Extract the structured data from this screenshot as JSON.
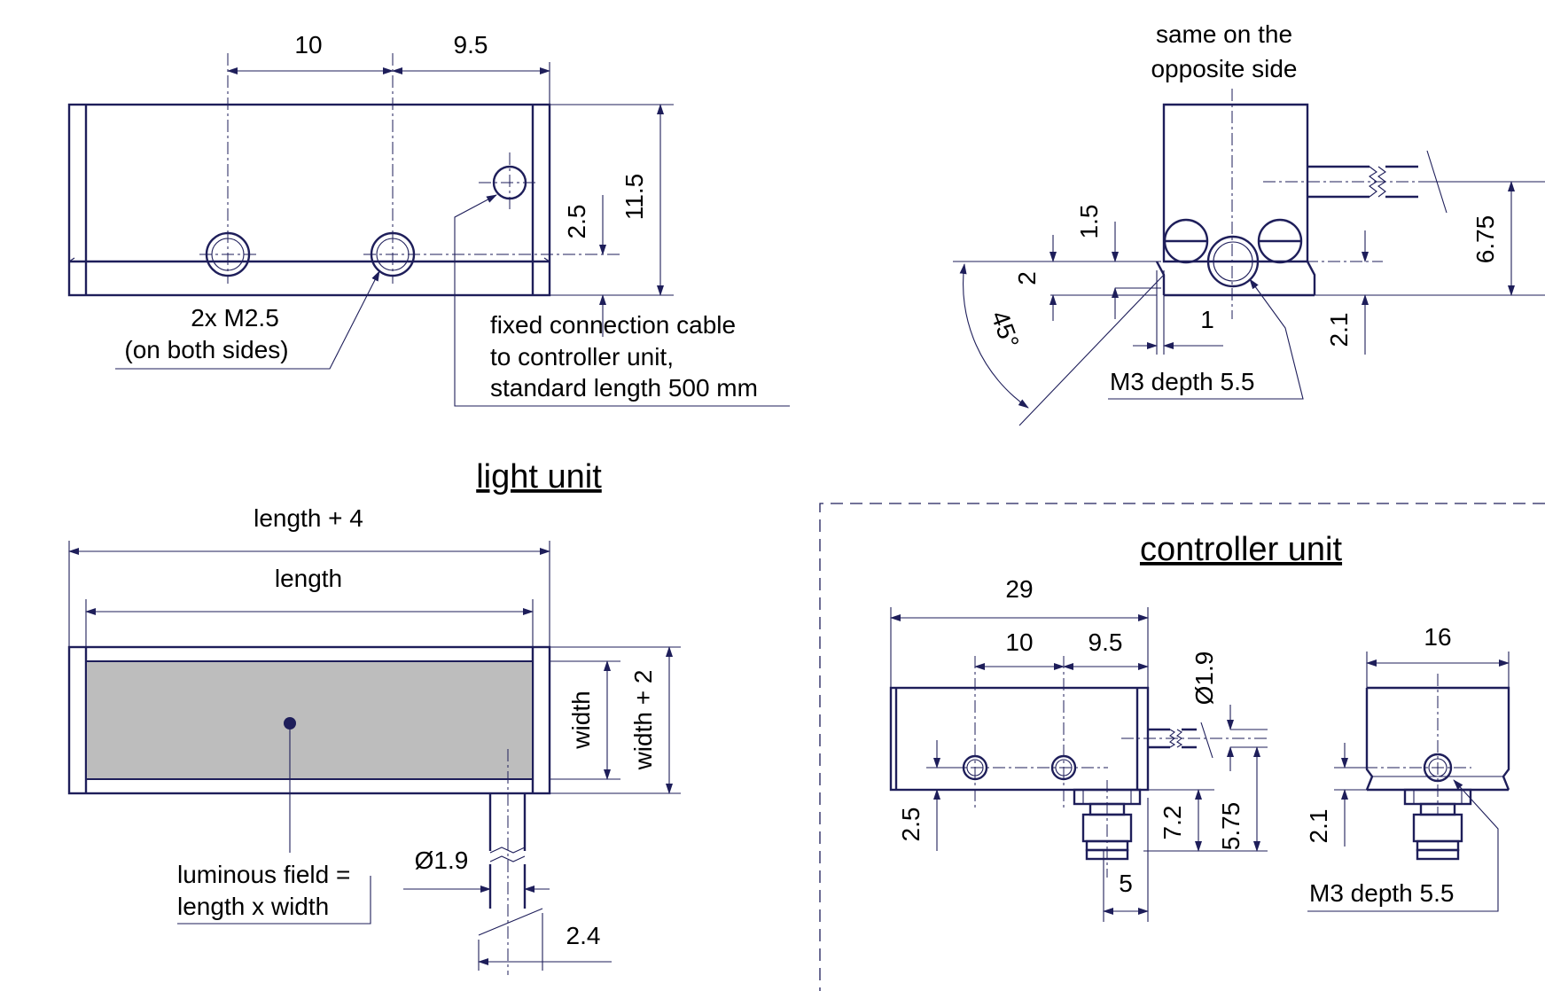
{
  "headings": {
    "light_unit": "light unit",
    "controller_unit": "controller unit"
  },
  "light_unit_side_view": {
    "dim_10": "10",
    "dim_9_5": "9.5",
    "dim_11_5": "11.5",
    "dim_2_5": "2.5",
    "thread_note_line1": "2x M2.5",
    "thread_note_line2": "(on both sides)",
    "cable_note_line1": "fixed connection cable",
    "cable_note_line2": "to controller unit,",
    "cable_note_line3": "standard length 500 mm"
  },
  "light_unit_end_view": {
    "note_line1": "same on the",
    "note_line2": "opposite side",
    "dim_1_5": "1.5",
    "dim_2": "2",
    "angle_45": "45°",
    "dim_1": "1",
    "dim_2_1": "2.1",
    "dim_6_75": "6.75",
    "thread_note": "M3 depth 5.5"
  },
  "light_unit_top_view": {
    "dim_length_plus_4": "length + 4",
    "dim_length": "length",
    "dim_width": "width",
    "dim_width_plus_2": "width + 2",
    "field_note_line1": "luminous field =",
    "field_note_line2": "length x width",
    "cable_diameter": "Ø1.9",
    "dim_2_4": "2.4",
    "luminous_field_color": "#bdbdbd",
    "line_color": "#1e1e5a"
  },
  "controller_side_view": {
    "dim_29": "29",
    "dim_10": "10",
    "dim_9_5": "9.5",
    "cable_diameter": "Ø1.9",
    "dim_2_5": "2.5",
    "dim_7_2": "7.2",
    "dim_5_75": "5.75",
    "dim_5": "5"
  },
  "controller_end_view": {
    "dim_16": "16",
    "dim_2_1": "2.1",
    "thread_note": "M3 depth 5.5"
  }
}
